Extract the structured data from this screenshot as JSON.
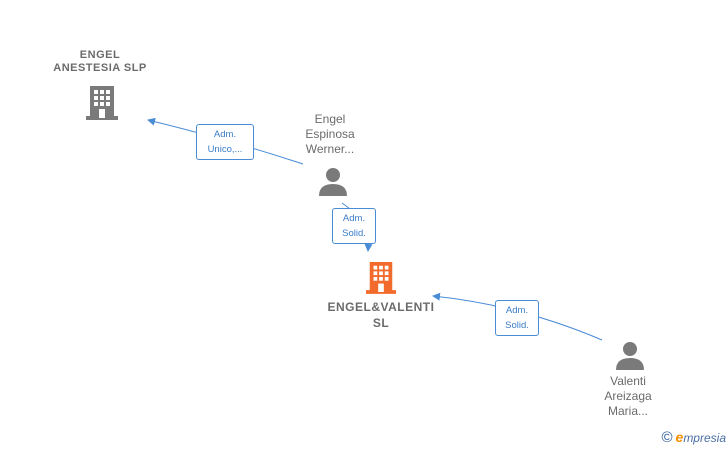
{
  "nodes": {
    "engel_anestesia": {
      "label": "ENGEL\nANESTESIA  SLP"
    },
    "engel_espinosa": {
      "label": "Engel\nEspinosa\nWerner..."
    },
    "engel_valenti": {
      "label": "ENGEL&VALENTI\nSL"
    },
    "valenti_areizaga": {
      "label": "Valenti\nAreizaga\nMaria..."
    }
  },
  "edges": {
    "espinosa_to_anestesia": {
      "label": "Adm.\nUnico,..."
    },
    "espinosa_to_valenti": {
      "label": "Adm.\nSolid."
    },
    "areizaga_to_valenti": {
      "label": "Adm.\nSolid."
    }
  },
  "colors": {
    "company_icon": "#7a7a7a",
    "center_company_icon": "#f26b2d",
    "person_icon": "#7a7a7a",
    "edge_line": "#4a8bd6"
  },
  "icons": {
    "company": "building-icon",
    "person": "person-icon"
  },
  "watermark": {
    "copyright": "©",
    "brand_initial": "e",
    "brand_rest": "mpresia"
  }
}
